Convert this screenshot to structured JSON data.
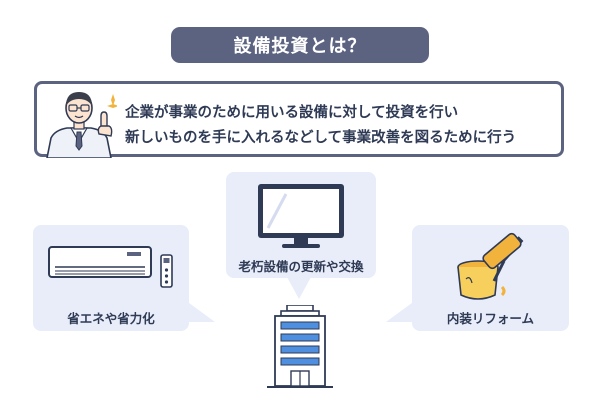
{
  "title": "設備投資とは？",
  "definition": {
    "line1": "企業が事業のために用いる設備に対して投資を行い",
    "line2": "新しいものを手に入れるなどして事業改善を図るために行う"
  },
  "examples": [
    {
      "label": "省エネや省力化",
      "icon": "air-conditioner-icon"
    },
    {
      "label": "老朽設備の更新や交換",
      "icon": "monitor-icon"
    },
    {
      "label": "内装リフォーム",
      "icon": "paint-bucket-roller-icon"
    }
  ],
  "center_icon": "office-building-icon",
  "colors": {
    "accent": "#5b6381",
    "bubble": "#e8edf9",
    "text": "#2f3a55"
  }
}
